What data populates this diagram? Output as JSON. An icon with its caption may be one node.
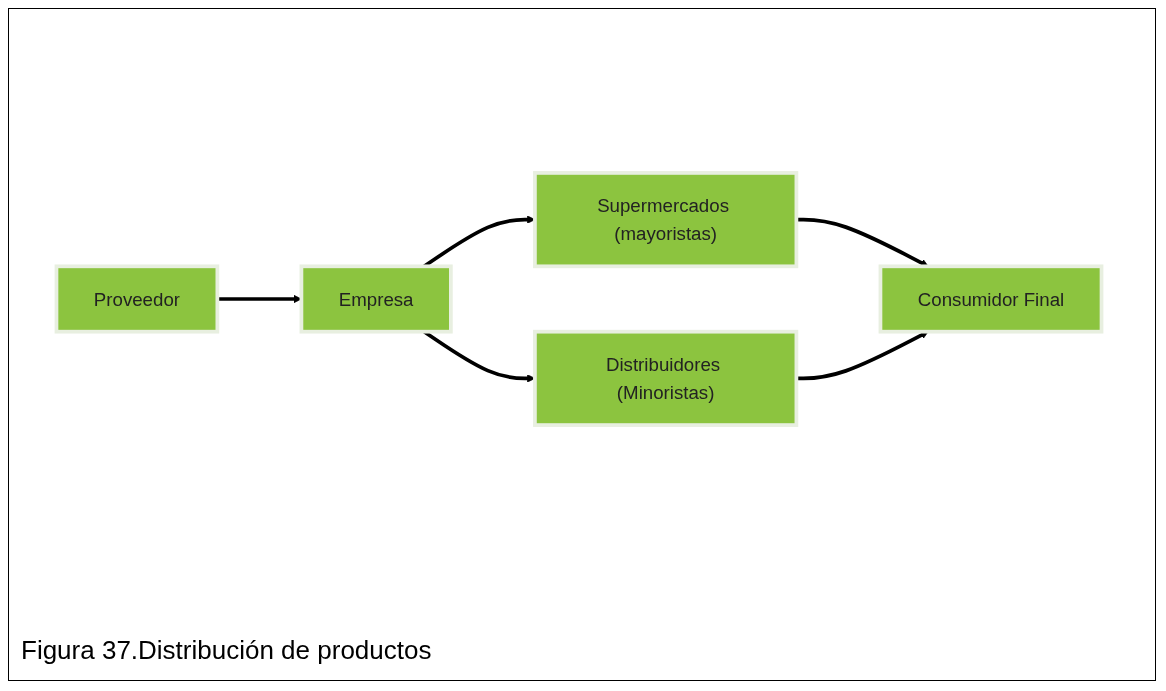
{
  "diagram": {
    "caption": "Figura 37.Distribución de productos",
    "nodes": [
      {
        "text": [
          "Proveedor"
        ]
      },
      {
        "text": [
          "Empresa"
        ]
      },
      {
        "text": [
          "Supermercados (mayoristas)"
        ]
      },
      {
        "text": [
          "Consumidor Final"
        ]
      },
      {
        "text": [
          "Distribuidores (Minoristas)"
        ]
      }
    ],
    "edges": [
      {
        "from": 0,
        "to": 1,
        "arrow": "to"
      },
      {
        "from": 1,
        "to": 2,
        "arrow": "to"
      },
      {
        "from": 2,
        "to": 3,
        "arrow": "to"
      },
      {
        "from": 1,
        "to": 4,
        "arrow": "to"
      },
      {
        "from": 4,
        "to": 3,
        "arrow": "to"
      }
    ]
  }
}
